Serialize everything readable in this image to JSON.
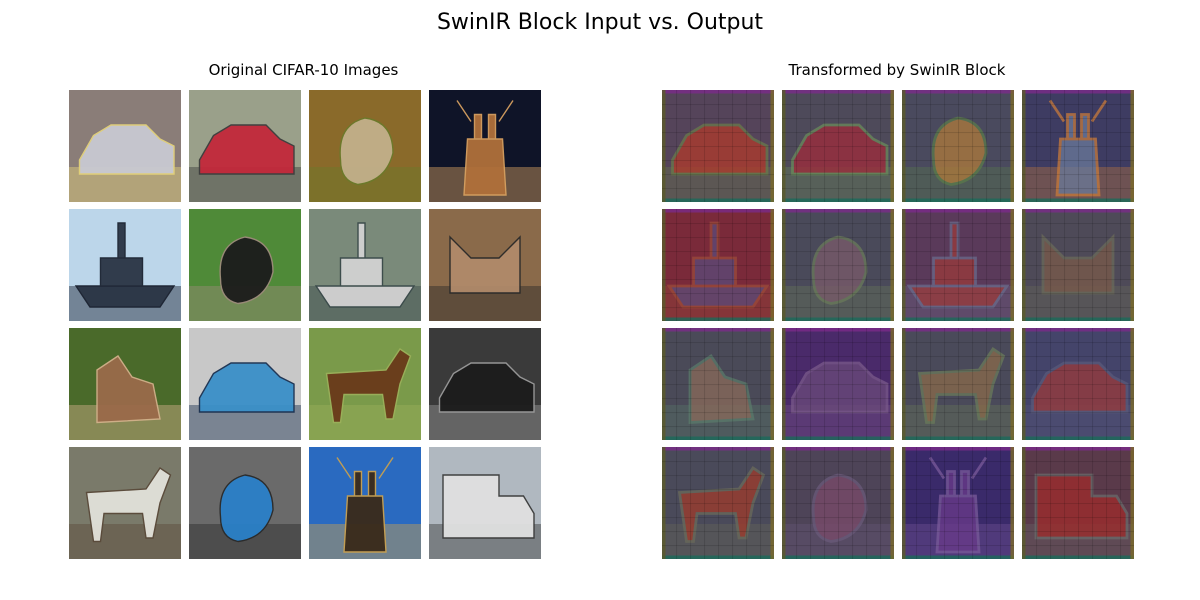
{
  "figure": {
    "title": "SwinIR Block Input vs. Output"
  },
  "left_panel": {
    "title": "Original CIFAR-10 Images",
    "images": [
      {
        "subject": "car",
        "bg": "#8a7d78",
        "fg": "#c9c9d2",
        "accent": "#e3d27a"
      },
      {
        "subject": "car",
        "bg": "#9aa08a",
        "fg": "#c3283a",
        "accent": "#3c3c3c"
      },
      {
        "subject": "bird",
        "bg": "#8a6a2a",
        "fg": "#c2b08a",
        "accent": "#6b7a2a"
      },
      {
        "subject": "deer",
        "bg": "#0f1428",
        "fg": "#b0703a",
        "accent": "#d7a060"
      },
      {
        "subject": "ship",
        "bg": "#bcd6ea",
        "fg": "#2a3444",
        "accent": "#1a2230"
      },
      {
        "subject": "bird",
        "bg": "#4f8a38",
        "fg": "#1c1c1c",
        "accent": "#9c8a7a"
      },
      {
        "subject": "ship",
        "bg": "#7a8a7a",
        "fg": "#d2d2d2",
        "accent": "#3a4a4a"
      },
      {
        "subject": "cat",
        "bg": "#8a6a4a",
        "fg": "#b08a6a",
        "accent": "#2a2a2a"
      },
      {
        "subject": "dog",
        "bg": "#4a6a2a",
        "fg": "#9a6a4a",
        "accent": "#d2b08a"
      },
      {
        "subject": "car",
        "bg": "#c8c8c8",
        "fg": "#3a90c8",
        "accent": "#1a3050"
      },
      {
        "subject": "horse",
        "bg": "#7a9a4a",
        "fg": "#6a3a1a",
        "accent": "#9ab05a"
      },
      {
        "subject": "car",
        "bg": "#3a3a3a",
        "fg": "#1c1c1c",
        "accent": "#9a9a9a"
      },
      {
        "subject": "horse",
        "bg": "#7a7a6a",
        "fg": "#e2e2da",
        "accent": "#5a4a3a"
      },
      {
        "subject": "bird",
        "bg": "#6a6a6a",
        "fg": "#2a80c8",
        "accent": "#2a2a2a"
      },
      {
        "subject": "deer",
        "bg": "#2a6ac0",
        "fg": "#3a2a1a",
        "accent": "#c8a050"
      },
      {
        "subject": "truck",
        "bg": "#b0b8c0",
        "fg": "#e0e0e0",
        "accent": "#3a3a3a"
      }
    ]
  },
  "right_panel": {
    "title": "Transformed by SwinIR Block",
    "images": [
      {
        "subject": "car",
        "bg": "#55445a",
        "fg": "#b03a2a",
        "accent": "#6a7a4a"
      },
      {
        "subject": "car",
        "bg": "#4e4a5a",
        "fg": "#a02a3a",
        "accent": "#6a8a5a"
      },
      {
        "subject": "bird",
        "bg": "#4a4a5e",
        "fg": "#b07a3a",
        "accent": "#5a7a4a"
      },
      {
        "subject": "deer",
        "bg": "#3e3c62",
        "fg": "#6a7a9a",
        "accent": "#c87a3a"
      },
      {
        "subject": "ship",
        "bg": "#7a2a3a",
        "fg": "#5a4a7a",
        "accent": "#9a4a3a"
      },
      {
        "subject": "bird",
        "bg": "#4a4a5a",
        "fg": "#7a5a6a",
        "accent": "#6a7a5a"
      },
      {
        "subject": "ship",
        "bg": "#5a3a5a",
        "fg": "#9a3a3a",
        "accent": "#6a6a8a"
      },
      {
        "subject": "cat",
        "bg": "#4e4a58",
        "fg": "#7a5a4a",
        "accent": "#6a6a5a"
      },
      {
        "subject": "dog",
        "bg": "#4a4a58",
        "fg": "#8a6a5a",
        "accent": "#5a7a6a"
      },
      {
        "subject": "car",
        "bg": "#4a2a6a",
        "fg": "#6a4a7a",
        "accent": "#7a5a8a"
      },
      {
        "subject": "horse",
        "bg": "#4a4a5a",
        "fg": "#8a6a4a",
        "accent": "#6a7a5a"
      },
      {
        "subject": "car",
        "bg": "#44446a",
        "fg": "#9a3a3a",
        "accent": "#5a5a7a"
      },
      {
        "subject": "horse",
        "bg": "#4a4a5a",
        "fg": "#a03a2a",
        "accent": "#6a6a5a"
      },
      {
        "subject": "bird",
        "bg": "#4e4458",
        "fg": "#7a4a6a",
        "accent": "#6a5a7a"
      },
      {
        "subject": "deer",
        "bg": "#3a2a6a",
        "fg": "#6a3a8a",
        "accent": "#7a5a9a"
      },
      {
        "subject": "truck",
        "bg": "#5a3a4a",
        "fg": "#a02a2a",
        "accent": "#6a6a6a"
      }
    ]
  }
}
